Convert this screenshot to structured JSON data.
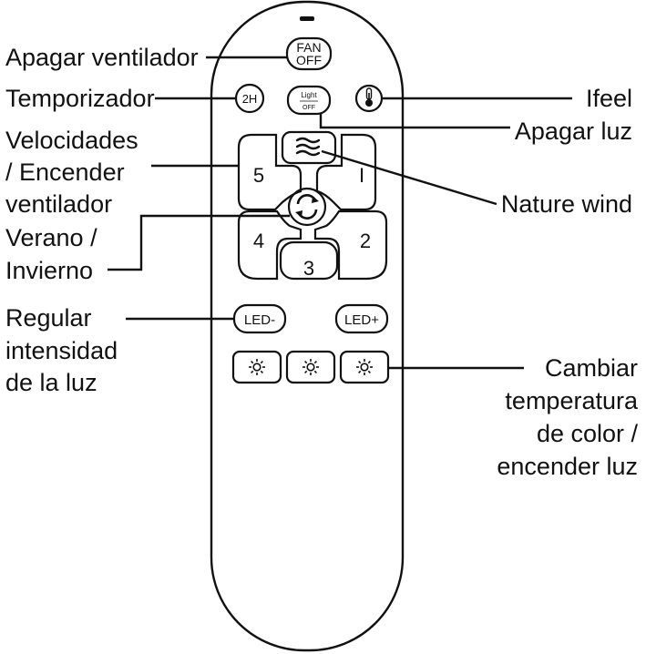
{
  "labels": {
    "fan_off": "Apagar ventilador",
    "timer": "Temporizador",
    "speeds_1": "Velocidades",
    "speeds_2": "/ Encender",
    "speeds_3": "ventilador",
    "season_1": "Verano /",
    "season_2": "Invierno",
    "regulate_1": "Regular",
    "regulate_2": "intensidad",
    "regulate_3": "de la luz",
    "ifeel": "Ifeel",
    "light_off": "Apagar luz",
    "nature_wind": "Nature wind",
    "color_1": "Cambiar",
    "color_2": "temperatura",
    "color_3": "de color /",
    "color_4": "encender luz"
  },
  "buttons": {
    "fan_off_1": "FAN",
    "fan_off_2": "OFF",
    "timer": "2H",
    "light_off_1": "Light",
    "light_off_2": "OFF",
    "speed_5": "5",
    "speed_1": "I",
    "speed_4": "4",
    "speed_2": "2",
    "speed_3": "3",
    "led_minus": "LED-",
    "led_plus": "LED+"
  },
  "icons": {
    "ifeel": "thermometer-icon",
    "nature_wind": "wind-waves-icon",
    "season": "rotate-arrows-icon",
    "light": "sun-bulb-icon"
  }
}
